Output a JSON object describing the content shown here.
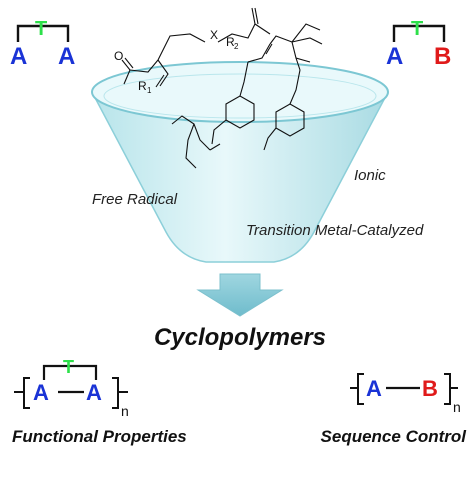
{
  "colors": {
    "A": "#1a33d6",
    "T": "#2de04a",
    "B": "#e01a1a",
    "funnel": "#c9ecf0",
    "funnel_rim": "#e7f7f9",
    "arrow": "#86c9d6",
    "ink": "#111111"
  },
  "monomer_left": {
    "a1": "A",
    "t": "T",
    "a2": "A"
  },
  "monomer_right": {
    "a": "A",
    "t": "T",
    "b": "B"
  },
  "structure_labels": {
    "x": "X",
    "r1": "R",
    "r1_sub": "1",
    "r2": "R",
    "r2_sub": "2",
    "o": "O"
  },
  "methods": {
    "free_radical": "Free Radical",
    "ionic": "Ionic",
    "transition_metal": "Transition Metal-Catalyzed"
  },
  "product_title": "Cyclopolymers",
  "polymer_left": {
    "a1": "A",
    "t": "T",
    "a2": "A",
    "n": "n"
  },
  "polymer_right": {
    "a": "A",
    "b": "B",
    "n": "n"
  },
  "captions": {
    "functional": "Functional Properties",
    "sequence": "Sequence Control"
  },
  "icons": [
    "funnel-icon",
    "down-arrow-icon"
  ]
}
